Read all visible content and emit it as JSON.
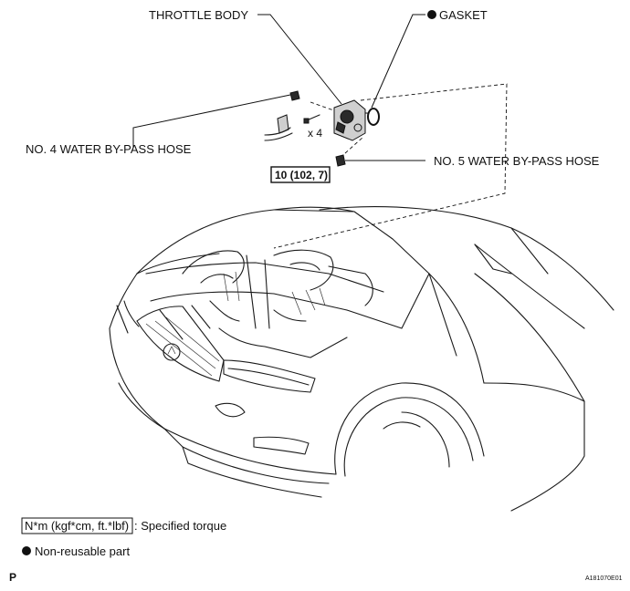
{
  "labels": {
    "throttle_body": "THROTTLE BODY",
    "gasket": "GASKET",
    "water_hose_4": "NO. 4 WATER BY-PASS HOSE",
    "water_hose_5": "NO. 5 WATER BY-PASS HOSE",
    "bolt_count": "x 4",
    "torque": "10 (102, 7)"
  },
  "legend": {
    "torque_box": "N*m (kgf*cm, ft.*lbf)",
    "torque_text": ": Specified torque",
    "nonreusable_text": "Non-reusable part"
  },
  "footer": {
    "left_code": "P",
    "figure_id": "A181070E01"
  }
}
